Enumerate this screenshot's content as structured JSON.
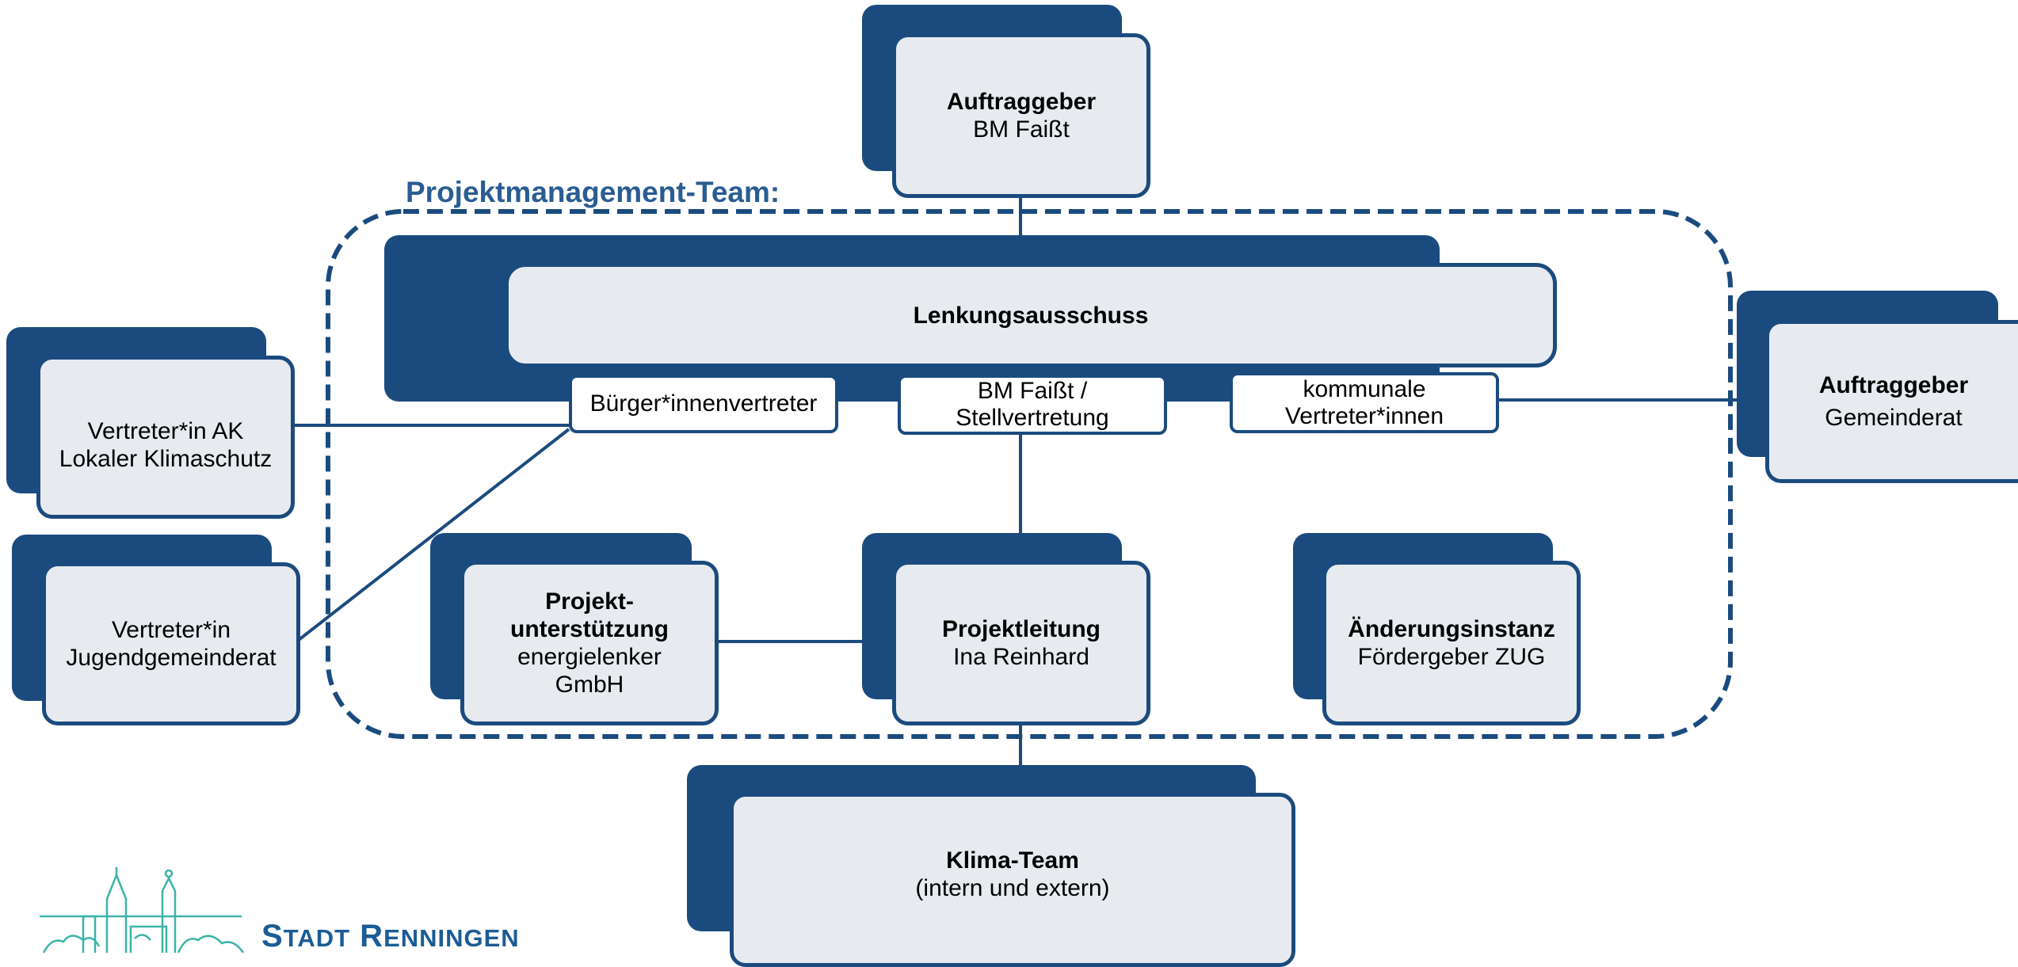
{
  "team_label": "Projektmanagement-Team:",
  "auftraggeber_top": {
    "title": "Auftraggeber",
    "sub": "BM Faißt"
  },
  "lenkung": {
    "title": "Lenkungsausschuss"
  },
  "tabs": [
    {
      "label": "Bürger*innenvertreter"
    },
    {
      "line1": "BM Faißt /",
      "line2": "Stellvertretung"
    },
    {
      "line1": "kommunale",
      "line2": "Vertreter*innen"
    }
  ],
  "auftraggeber_right": {
    "title": "Auftraggeber",
    "sub": "Gemeinderat"
  },
  "ak": {
    "line1": "Vertreter*in AK",
    "line2": "Lokaler Klimaschutz"
  },
  "jugend": {
    "line1": "Vertreter*in",
    "line2": "Jugendgemeinderat"
  },
  "unterstuetzung": {
    "title1": "Projekt-",
    "title2": "unterstützung",
    "sub1": "energielenker",
    "sub2": "GmbH"
  },
  "leitung": {
    "title": "Projektleitung",
    "sub": "Ina Reinhard"
  },
  "aenderung": {
    "title": "Änderungsinstanz",
    "sub": "Fördergeber ZUG"
  },
  "klima": {
    "title": "Klima-Team",
    "sub": "(intern und extern)"
  },
  "logo": {
    "word1_initial": "S",
    "word1_rest": "TADT",
    "word2_initial": "R",
    "word2_rest": "ENNINGEN"
  },
  "colors": {
    "primary": "#1b4b7e",
    "card_fill": "#e7ebef",
    "title": "#2a5d92",
    "logo_teal": "#3bb3a8"
  }
}
